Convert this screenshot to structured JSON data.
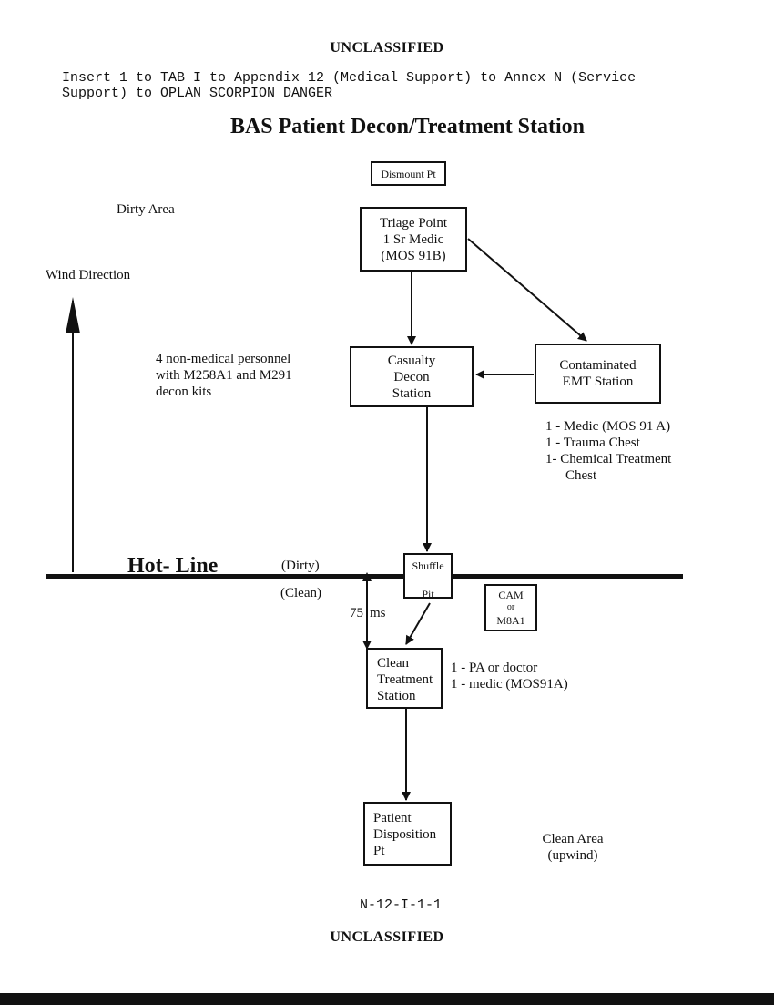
{
  "header": {
    "classification_top": "UNCLASSIFIED",
    "reference_line1": "Insert 1 to TAB I to Appendix 12 (Medical Support) to Annex N (Service",
    "reference_line2": "Support) to OPLAN SCORPION DANGER",
    "title": "BAS Patient Decon/Treatment Station"
  },
  "areas": {
    "dirty_area": "Dirty Area",
    "wind_direction": "Wind Direction",
    "clean_area_line1": "Clean Area",
    "clean_area_line2": "(upwind)"
  },
  "nodes": {
    "dismount": "Dismount Pt",
    "triage": [
      "Triage Point",
      "1 Sr Medic",
      "(MOS 91B)"
    ],
    "casualty_decon": [
      "Casualty",
      "Decon",
      "Station"
    ],
    "contaminated_emt": [
      "Contaminated",
      "EMT Station"
    ],
    "shuffle": "Shuffle",
    "pit": "Pit",
    "cam": [
      "CAM",
      "or",
      "M8A1"
    ],
    "clean_treatment": [
      "Clean",
      "Treatment",
      "Station"
    ],
    "patient_disposition": [
      "Patient",
      "Disposition",
      "Pt"
    ]
  },
  "notes": {
    "non_medical": [
      "4 non-medical personnel",
      "with M258A1 and M291",
      "decon kits"
    ],
    "emt_staff": [
      "1 - Medic (MOS 91 A)",
      "1 - Trauma Chest",
      "1- Chemical Treatment",
      "Chest"
    ],
    "clean_staff": [
      "1 - PA or doctor",
      "1 - medic (MOS91A)"
    ]
  },
  "hotline": {
    "label": "Hot- Line",
    "dirty": "(Dirty)",
    "clean": "(Clean)",
    "distance": "75",
    "distance_unit": "ms"
  },
  "footer": {
    "page_number": "N-12-I-1-1",
    "classification_bottom": "UNCLASSIFIED"
  }
}
